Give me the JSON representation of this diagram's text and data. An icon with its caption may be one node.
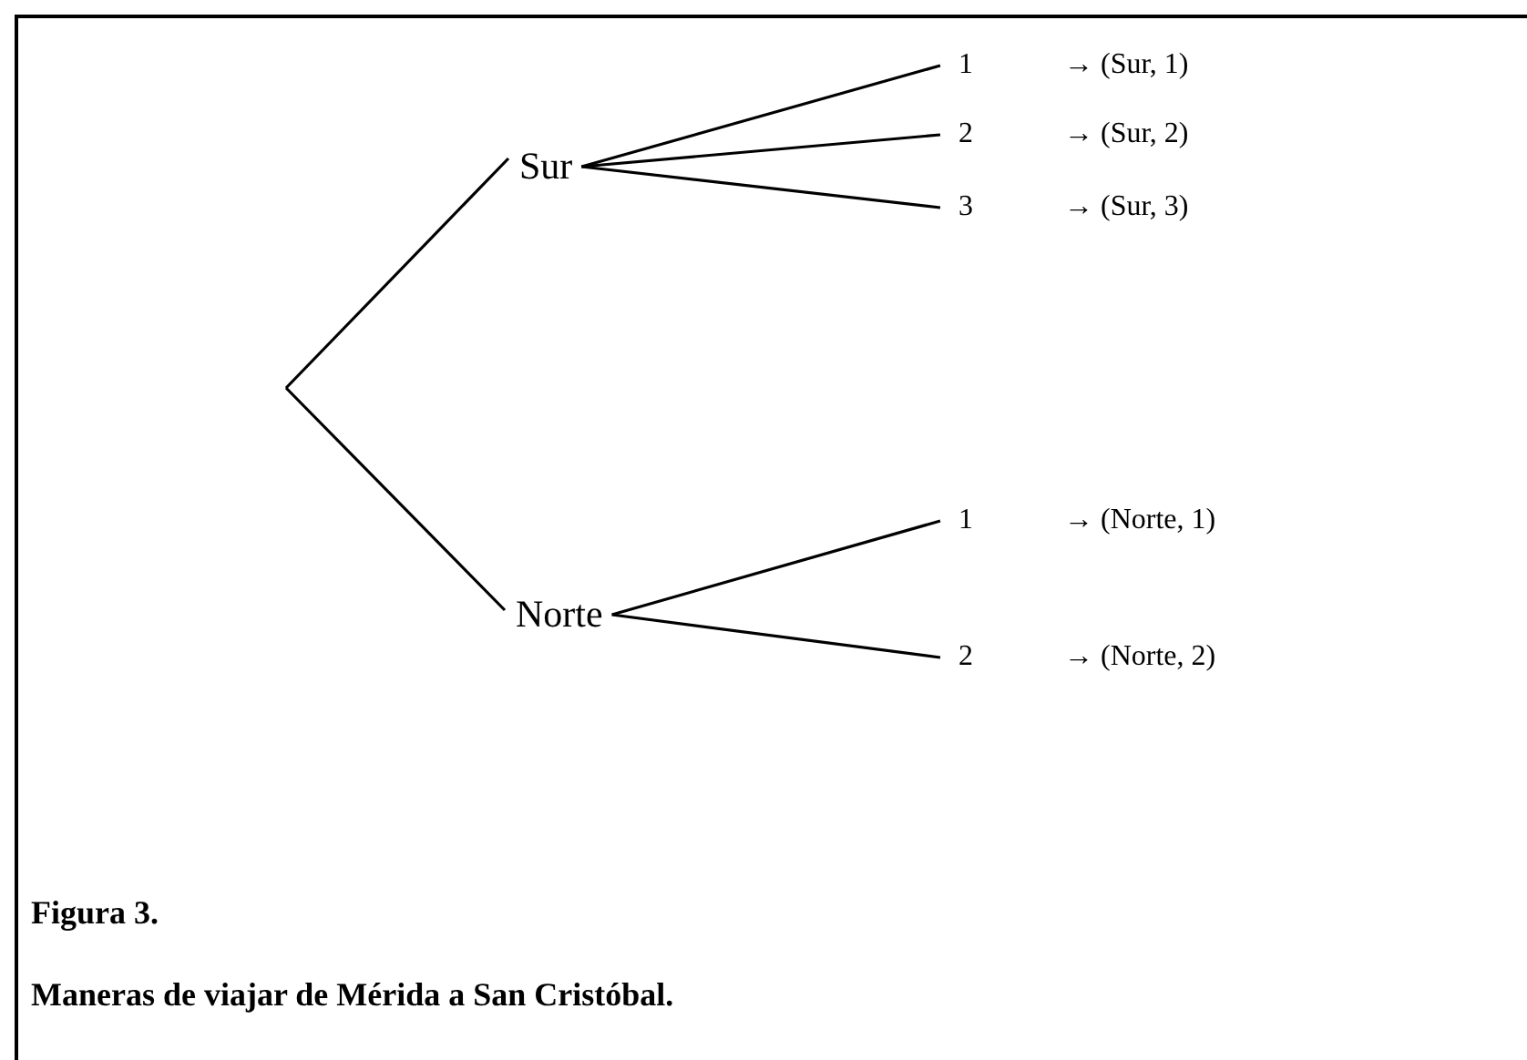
{
  "diagram": {
    "title": "Figura 3.",
    "caption": "Maneras de viajar de Mérida a San Cristóbal.",
    "nodes": [
      {
        "text": [
          "Sur"
        ]
      },
      {
        "text": [
          "1"
        ],
        "beside": [
          "→ (Sur, 1)"
        ]
      },
      {
        "text": [
          "2"
        ],
        "beside": [
          "→ (Sur, 2)"
        ]
      },
      {
        "text": [
          "3"
        ],
        "beside": [
          "→ (Sur, 3)"
        ]
      },
      {
        "text": [
          "Norte"
        ]
      },
      {
        "text": [
          "1"
        ],
        "beside": [
          "→ (Norte, 1)"
        ]
      },
      {
        "text": [
          "2"
        ],
        "beside": [
          "→ (Norte, 2)"
        ]
      }
    ],
    "edges": [
      {
        "from": null,
        "to": 0,
        "arrow": "none"
      },
      {
        "from": null,
        "to": 4,
        "arrow": "none"
      },
      {
        "from": 0,
        "to": 1,
        "arrow": "none"
      },
      {
        "from": 0,
        "to": 2,
        "arrow": "none"
      },
      {
        "from": 0,
        "to": 3,
        "arrow": "none"
      },
      {
        "from": 4,
        "to": 5,
        "arrow": "none"
      },
      {
        "from": 4,
        "to": 6,
        "arrow": "none"
      }
    ]
  }
}
